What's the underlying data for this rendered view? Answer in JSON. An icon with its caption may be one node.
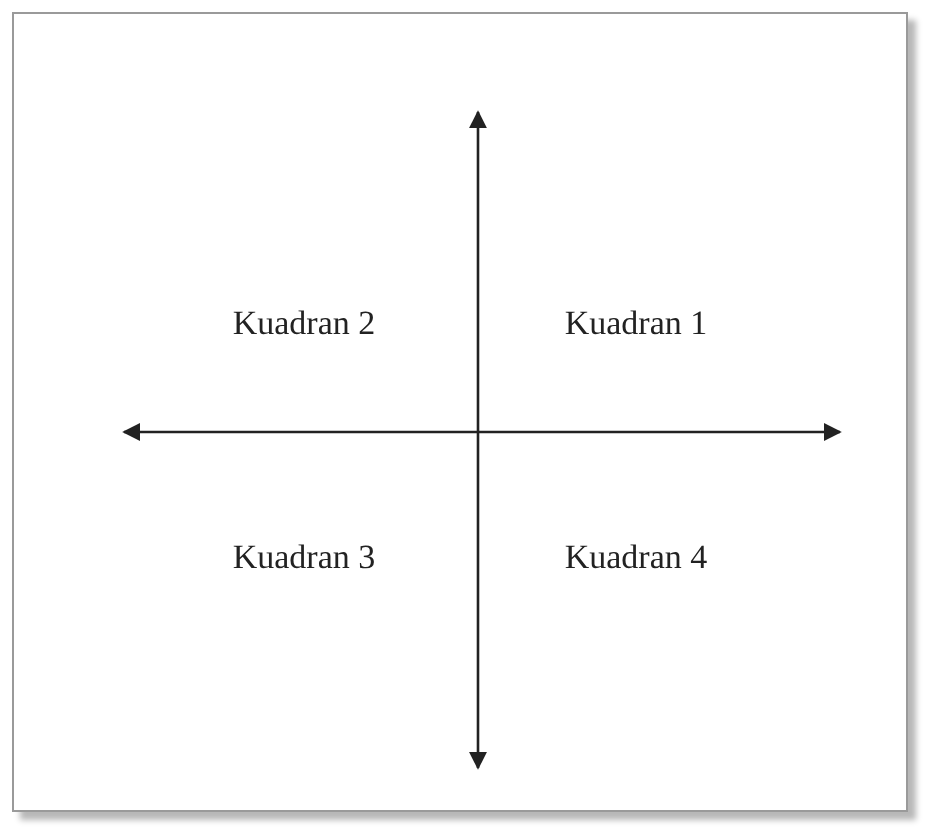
{
  "diagram": {
    "labels": [
      "Kuadran 2",
      "Kuadran 1",
      "Kuadran 3",
      "Kuadran 4"
    ]
  }
}
